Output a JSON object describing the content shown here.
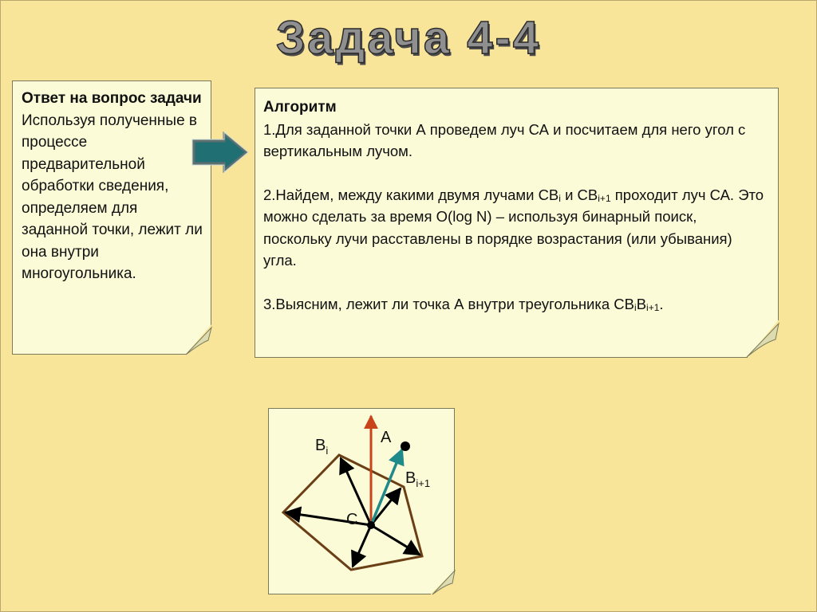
{
  "title": "Задача 4-4",
  "left_note": {
    "heading": "Ответ на вопрос задачи",
    "body": "Используя полученные в процессе предварительной обработки сведения, определяем для заданной точки, лежит ли она внутри многоугольника."
  },
  "right_note": {
    "heading": "Алгоритм",
    "step1": "1.Для заданной точки А проведем луч СА и посчитаем для него угол с вертикальным лучом.",
    "step2_a": "2.Найдем, между какими двумя лучами СВ",
    "step2_sub1": "i",
    "step2_b": " и СВ",
    "step2_sub2": "i+1",
    "step2_c": " проходит луч СА. Это можно сделать за время О(log N) – используя бинарный поиск, поскольку лучи расставлены в порядке возрастания (или убывания) угла.",
    "step3_a": "3.Выясним, лежит ли точка А внутри треугольника СВ",
    "step3_sub1": "i",
    "step3_b": "В",
    "step3_sub2": "i+1",
    "step3_c": "."
  },
  "diagram": {
    "label_bi": "B",
    "label_bi_sub": "i",
    "label_a": "A",
    "label_bi1": "B",
    "label_bi1_sub": "i+1",
    "label_c": "C",
    "colors": {
      "polygon": "#6b3f16",
      "rays": "#000000",
      "vertical_ray": "#c9431a",
      "ray_ca": "#1f8a8a"
    }
  },
  "colors": {
    "background": "#f9e59a",
    "note": "#fbfbd8",
    "arrow": "#1f8080"
  }
}
